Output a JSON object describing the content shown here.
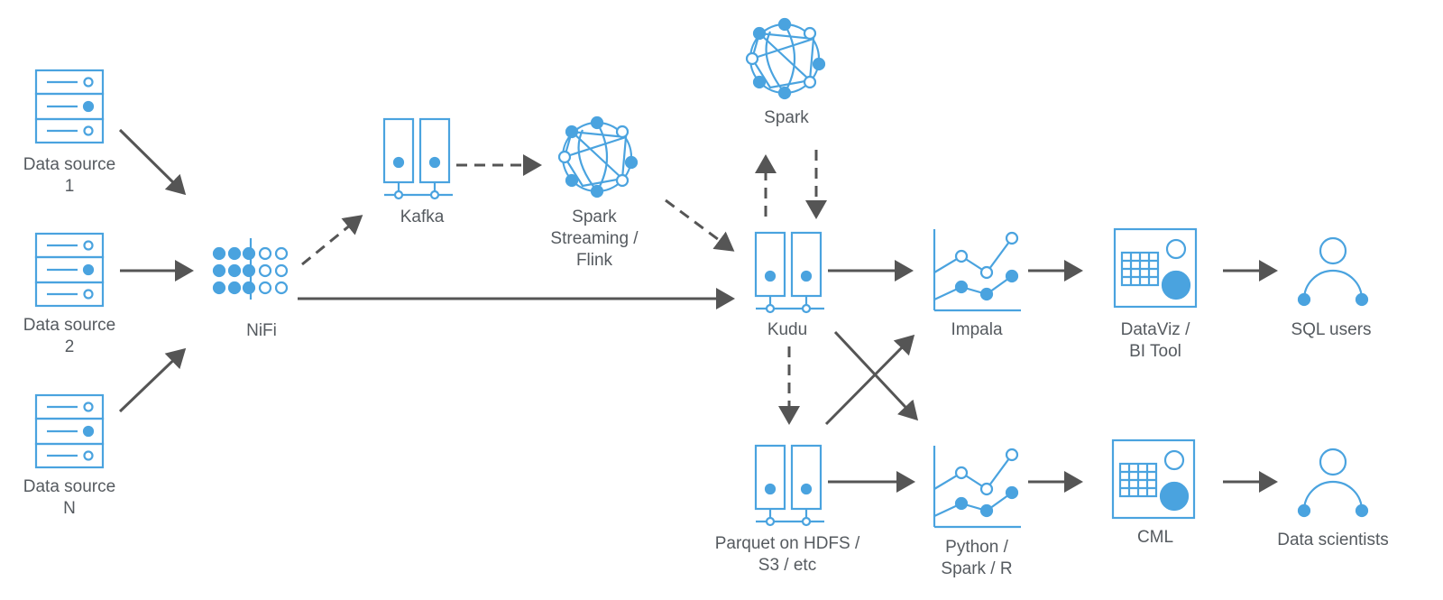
{
  "diagram": {
    "nodes": {
      "source1": {
        "line1": "Data source",
        "line2": "1",
        "icon": "server-icon"
      },
      "source2": {
        "line1": "Data source",
        "line2": "2",
        "icon": "server-icon"
      },
      "sourceN": {
        "line1": "Data source",
        "line2": "N",
        "icon": "server-icon"
      },
      "nifi": {
        "line1": "NiFi",
        "icon": "nifi-icon"
      },
      "kafka": {
        "line1": "Kafka",
        "icon": "storage-icon"
      },
      "spark_streaming": {
        "line1": "Spark",
        "line2": "Streaming /",
        "line3": "Flink",
        "icon": "network-globe-icon"
      },
      "spark": {
        "line1": "Spark",
        "icon": "network-globe-icon"
      },
      "kudu": {
        "line1": "Kudu",
        "icon": "storage-icon"
      },
      "parquet": {
        "line1": "Parquet on HDFS /",
        "line2": "S3 / etc",
        "icon": "storage-icon"
      },
      "impala": {
        "line1": "Impala",
        "icon": "line-chart-icon"
      },
      "python": {
        "line1": "Python /",
        "line2": "Spark / R",
        "icon": "line-chart-icon"
      },
      "dataviz": {
        "line1": "DataViz /",
        "line2": "BI Tool",
        "icon": "dashboard-icon"
      },
      "cml": {
        "line1": "CML",
        "icon": "dashboard-icon"
      },
      "sql_users": {
        "line1": "SQL users",
        "icon": "user-icon"
      },
      "data_scientists": {
        "line1": "Data scientists",
        "icon": "user-icon"
      }
    },
    "edges": [
      {
        "from": "source1",
        "to": "nifi",
        "style": "solid"
      },
      {
        "from": "source2",
        "to": "nifi",
        "style": "solid"
      },
      {
        "from": "sourceN",
        "to": "nifi",
        "style": "solid"
      },
      {
        "from": "nifi",
        "to": "kafka",
        "style": "dashed"
      },
      {
        "from": "nifi",
        "to": "kudu",
        "style": "solid"
      },
      {
        "from": "kafka",
        "to": "spark_streaming",
        "style": "dashed"
      },
      {
        "from": "spark_streaming",
        "to": "kudu",
        "style": "dashed"
      },
      {
        "from": "kudu",
        "to": "spark",
        "style": "dashed"
      },
      {
        "from": "spark",
        "to": "kudu",
        "style": "dashed"
      },
      {
        "from": "kudu",
        "to": "parquet",
        "style": "dashed"
      },
      {
        "from": "kudu",
        "to": "impala",
        "style": "solid"
      },
      {
        "from": "kudu",
        "to": "python",
        "style": "solid"
      },
      {
        "from": "parquet",
        "to": "impala",
        "style": "solid"
      },
      {
        "from": "parquet",
        "to": "python",
        "style": "solid"
      },
      {
        "from": "impala",
        "to": "dataviz",
        "style": "solid"
      },
      {
        "from": "python",
        "to": "cml",
        "style": "solid"
      },
      {
        "from": "dataviz",
        "to": "sql_users",
        "style": "solid"
      },
      {
        "from": "cml",
        "to": "data_scientists",
        "style": "solid"
      }
    ],
    "colors": {
      "icon": "#4aa3df",
      "arrow": "#555555",
      "text": "#555a5f"
    }
  }
}
